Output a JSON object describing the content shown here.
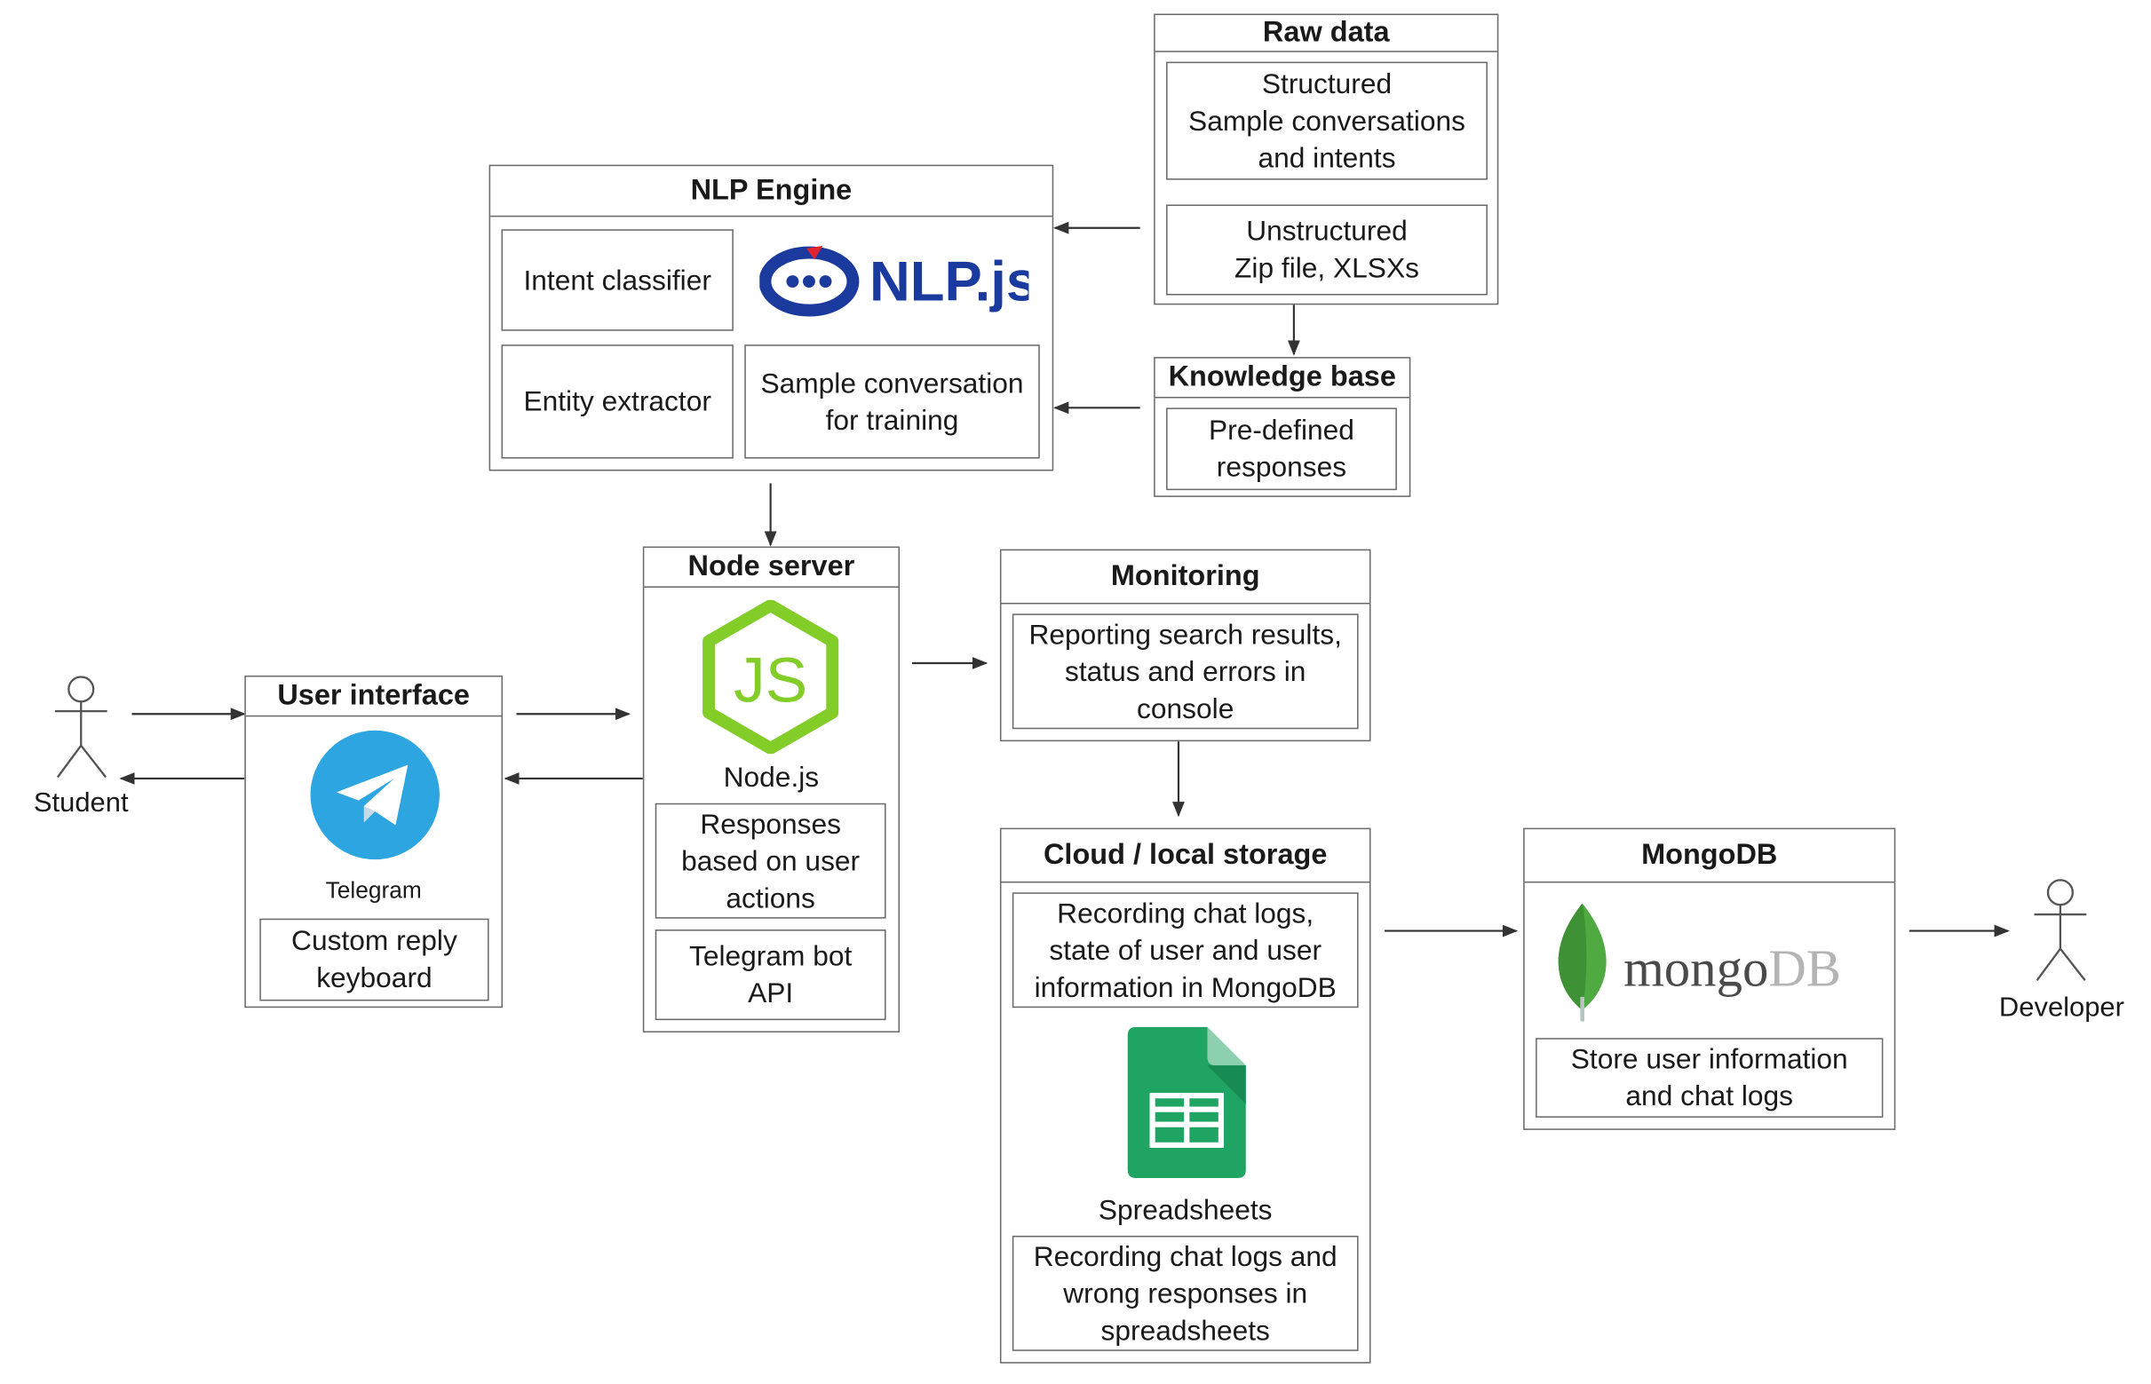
{
  "raw_data": {
    "title": "Raw data",
    "structured": "Structured\nSample conversations\nand intents",
    "unstructured": "Unstructured\nZip file, XLSXs"
  },
  "nlp_engine": {
    "title": "NLP Engine",
    "intent_classifier": "Intent classifier",
    "entity_extractor": "Entity extractor",
    "sample_conversation": "Sample conversation\nfor training",
    "logo_text": "NLP.js"
  },
  "knowledge_base": {
    "title": "Knowledge base",
    "predefined": "Pre-defined\nresponses"
  },
  "node_server": {
    "title": "Node server",
    "caption": "Node.js",
    "responses": "Responses\nbased on user\nactions",
    "bot_api": "Telegram bot\nAPI"
  },
  "monitoring": {
    "title": "Monitoring",
    "reporting": "Reporting search results,\nstatus and errors in\nconsole"
  },
  "user_interface": {
    "title": "User interface",
    "caption": "Telegram",
    "keyboard": "Custom reply\nkeyboard"
  },
  "storage": {
    "title": "Cloud / local storage",
    "recording_mongo": "Recording chat logs,\nstate of user and user\ninformation in MongoDB",
    "caption": "Spreadsheets",
    "recording_sheets": "Recording chat logs and\nwrong responses in\nspreadsheets"
  },
  "mongodb": {
    "title": "MongoDB",
    "logo_text_a": "mongo",
    "logo_text_b": "DB",
    "store": "Store user information\nand chat logs"
  },
  "actors": {
    "student": "Student",
    "developer": "Developer"
  },
  "colors": {
    "nlp_blue": "#1a3a9e",
    "nlp_red": "#e0242f",
    "node_green": "#83cd29",
    "telegram_blue": "#2ca5e0",
    "sheets_green": "#1fa463",
    "mongo_green": "#4faa41"
  }
}
